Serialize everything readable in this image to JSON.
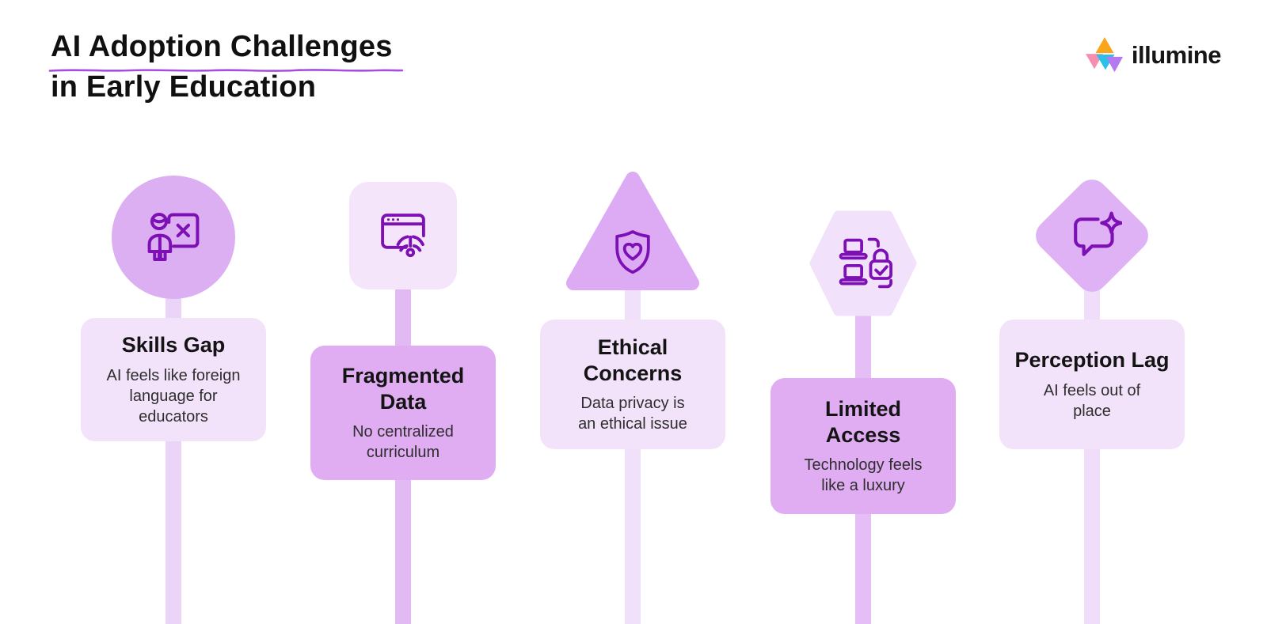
{
  "header": {
    "title_line1": "AI Adoption Challenges",
    "title_line2": "in Early Education"
  },
  "logo": {
    "text": "illumine"
  },
  "columns": [
    {
      "title": "Skills Gap",
      "description": "AI feels like foreign language for educators",
      "shape": "circle",
      "icon": "teacher-board-x-icon",
      "tone": "light"
    },
    {
      "title": "Fragmented Data",
      "description": "No centralized curriculum",
      "shape": "rounded-square",
      "icon": "browser-no-signal-icon",
      "tone": "dark"
    },
    {
      "title": "Ethical Concerns",
      "description": "Data privacy is an ethical issue",
      "shape": "triangle",
      "icon": "shield-heart-icon",
      "tone": "light"
    },
    {
      "title": "Limited Access",
      "description": "Technology feels like a luxury",
      "shape": "hexagon",
      "icon": "devices-lock-icon",
      "tone": "dark"
    },
    {
      "title": "Perception Lag",
      "description": "AI feels out of place",
      "shape": "diamond",
      "icon": "chat-sparkle-icon",
      "tone": "light"
    }
  ],
  "palette": {
    "icon_stroke": "#7D10B5",
    "card_light": "#F3E3FA",
    "card_dark": "#E0ADF2",
    "shape_circle": "#DCAEF2",
    "shape_square": "#F5E5FB",
    "shape_triangle": "#DCABF4",
    "shape_hexagon": "#F2E1FA",
    "shape_diamond": "#DFB1F5",
    "title_underline": "#A44EE0",
    "logo_orange": "#F9A61A",
    "logo_pink": "#F48FB1",
    "logo_cyan": "#2BC0E8",
    "logo_purple": "#B678F0"
  }
}
